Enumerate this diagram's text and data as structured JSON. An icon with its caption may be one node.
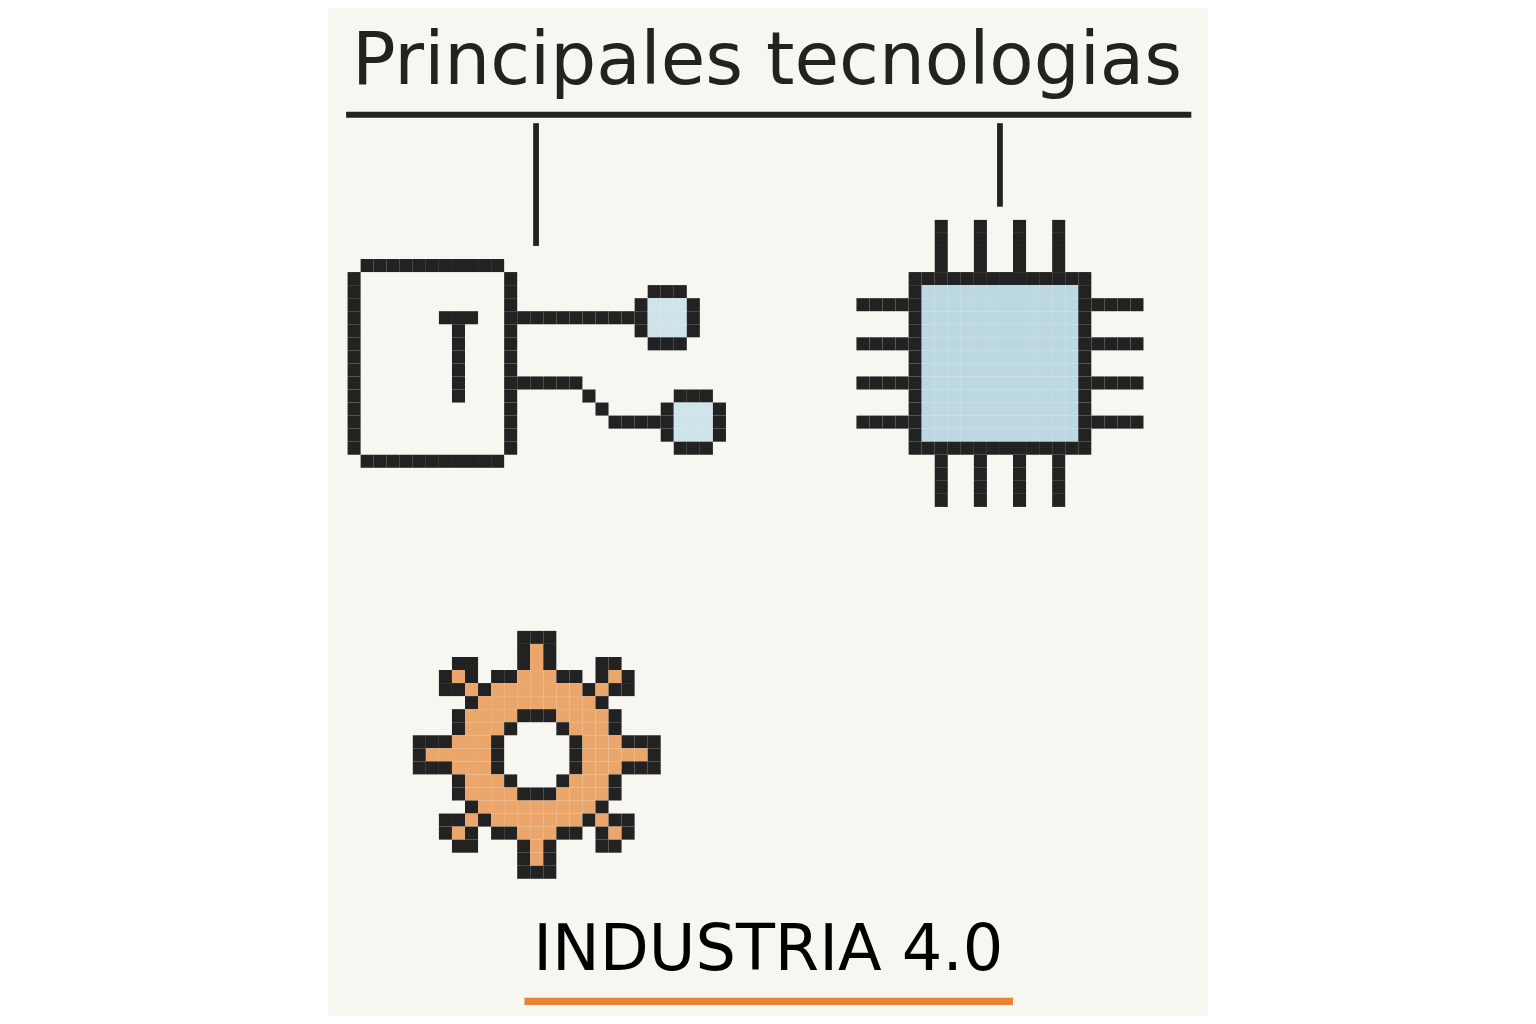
{
  "diagram": {
    "caption": "INDUSTRIA 4.0",
    "nodes": [
      {
        "text": [
          "Principales tecnologias"
        ]
      },
      {
        "text": [],
        "shape": "picture"
      },
      {
        "text": [],
        "shape": "picture"
      },
      {
        "text": [],
        "shape": "picture"
      }
    ],
    "edges": [
      {
        "from": 0,
        "to": 1,
        "arrow": "none"
      },
      {
        "from": 0,
        "to": 2,
        "arrow": "none"
      }
    ]
  }
}
